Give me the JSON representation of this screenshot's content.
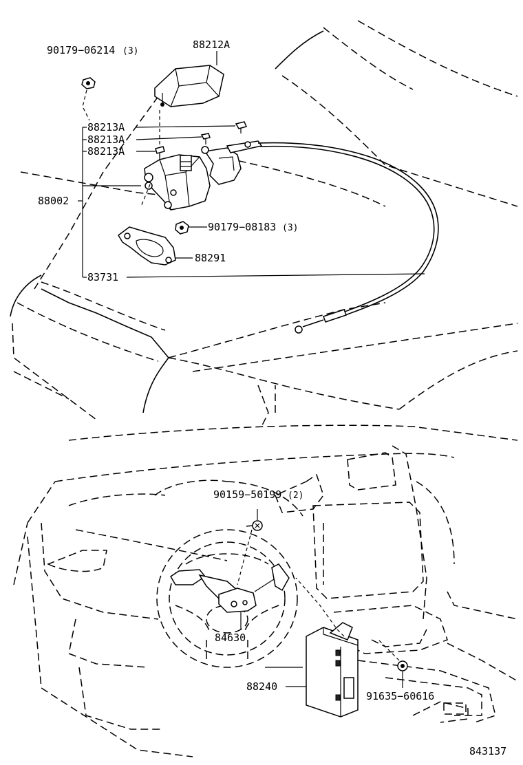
{
  "labels": {
    "p90179_06214": "90179−06214",
    "p90179_06214_qty": "(3)",
    "p88212a": "88212A",
    "p88213a_1": "88213A",
    "p88213a_2": "88213A",
    "p88213a_3": "88213A",
    "p88002": "88002",
    "p90179_08183": "90179−08183",
    "p90179_08183_qty": "(3)",
    "p88291": "88291",
    "p83731": "83731",
    "p90159_50199": "90159−50199",
    "p90159_50199_qty": "(2)",
    "p84630": "84630",
    "p88240": "88240",
    "p91635_60616": "91635−60616",
    "diagram_number": "843137"
  }
}
